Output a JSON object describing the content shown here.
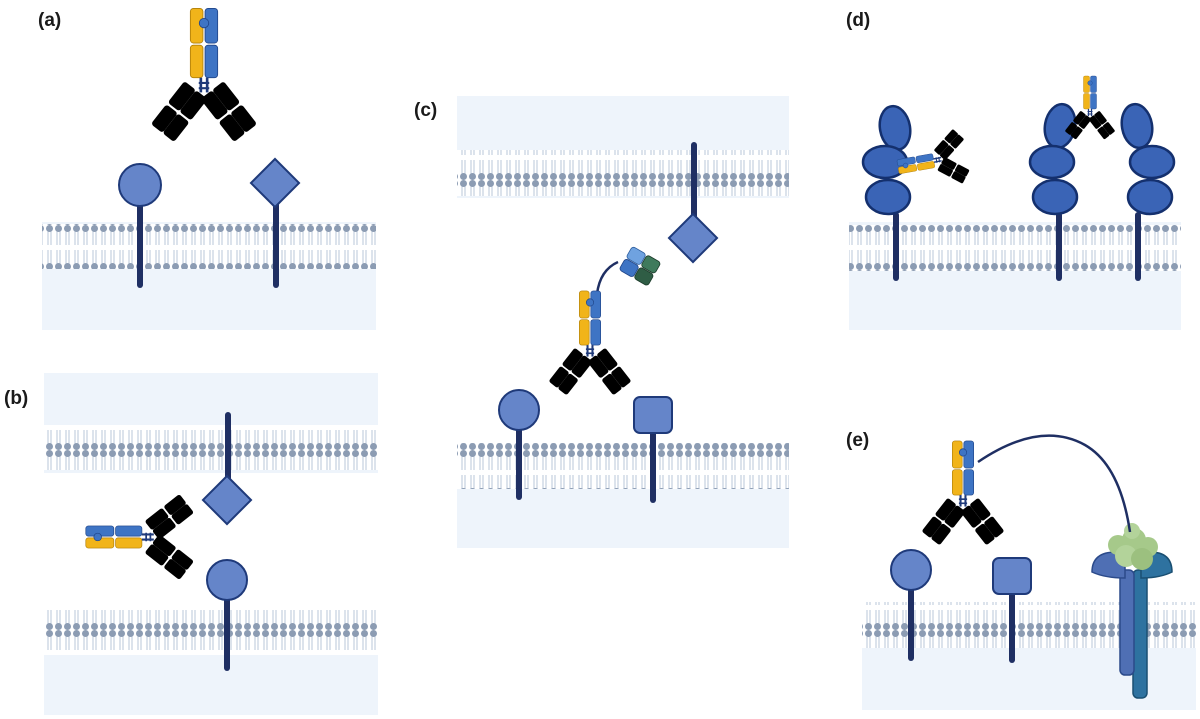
{
  "panels": [
    {
      "id": "a",
      "label": "(a)"
    },
    {
      "id": "b",
      "label": "(b)"
    },
    {
      "id": "c",
      "label": "(c)"
    },
    {
      "id": "d",
      "label": "(d)"
    },
    {
      "id": "e",
      "label": "(e)"
    }
  ],
  "colors": {
    "cytoplasm": "#eef4fb",
    "lipid_head": "#8c9cb3",
    "lipid_tail": "#b9c7d9",
    "stem": "#1f2f63",
    "receptor_fill": "#6585c9",
    "receptor_stroke": "#1f3a7a",
    "hinge": "#1f3a7a",
    "heavy_yellow": "#f1b41a",
    "heavy_blue": "#3e74c4",
    "light_orange": "#ee8440",
    "light_yellow": "#f4c63a",
    "light_green": "#2f5d45",
    "light_ltblue": "#6fa2e0",
    "light_red": "#c43c3c",
    "light_rose": "#b85a5a",
    "domain_blue": "#3a64b6",
    "green_blob": "#a6c98a",
    "tcr_dark": "#2e72a0",
    "tcr_light": "#4f6fb4"
  },
  "icons": [
    "cell-membrane-icon",
    "receptor-icon",
    "antibody-icon",
    "t-cell-receptor-icon"
  ]
}
